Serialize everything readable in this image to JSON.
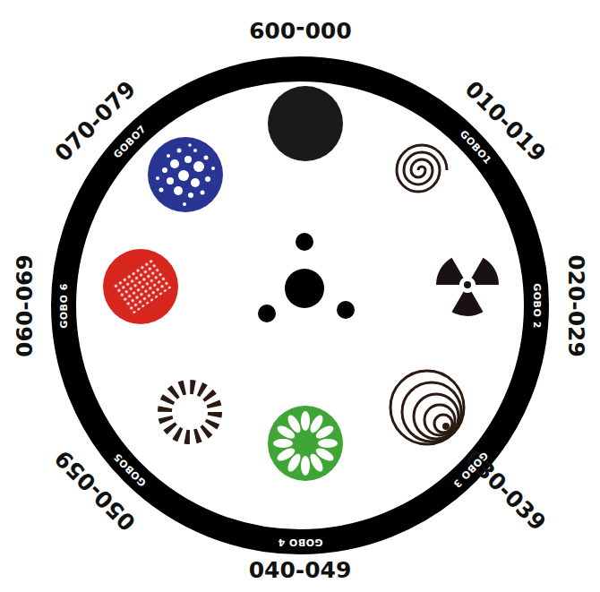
{
  "diagram": {
    "labels": [
      "000-009",
      "010-019",
      "GOBO1",
      "020-029",
      "GOBO 2",
      "030-039",
      "GOBO 3",
      "040-049",
      "GOBO 4",
      "050-059",
      "GOBO5",
      "060-069",
      "GOBO 6",
      "070-079",
      "GOBO7"
    ]
  }
}
